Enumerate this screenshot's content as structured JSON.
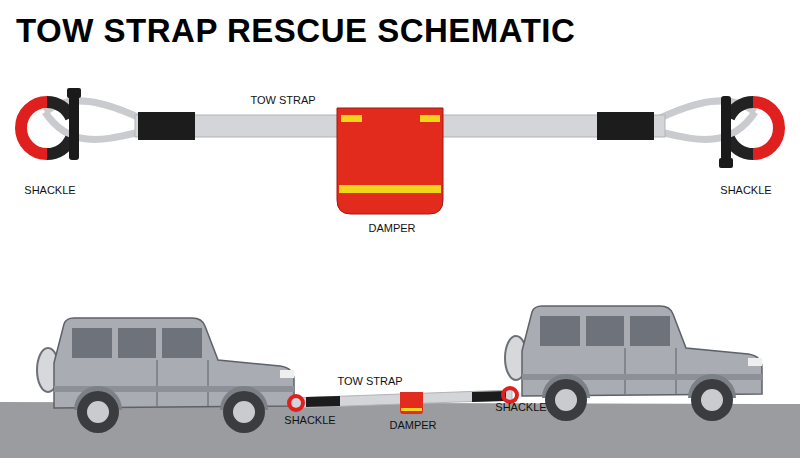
{
  "diagram": {
    "title": "TOW STRAP RESCUE SCHEMATIC",
    "labels": [
      "TOW STRAP",
      "SHACKLE",
      "SHACKLE",
      "DAMPER",
      "TOW STRAP",
      "SHACKLE",
      "DAMPER",
      "SHACKLE"
    ]
  }
}
